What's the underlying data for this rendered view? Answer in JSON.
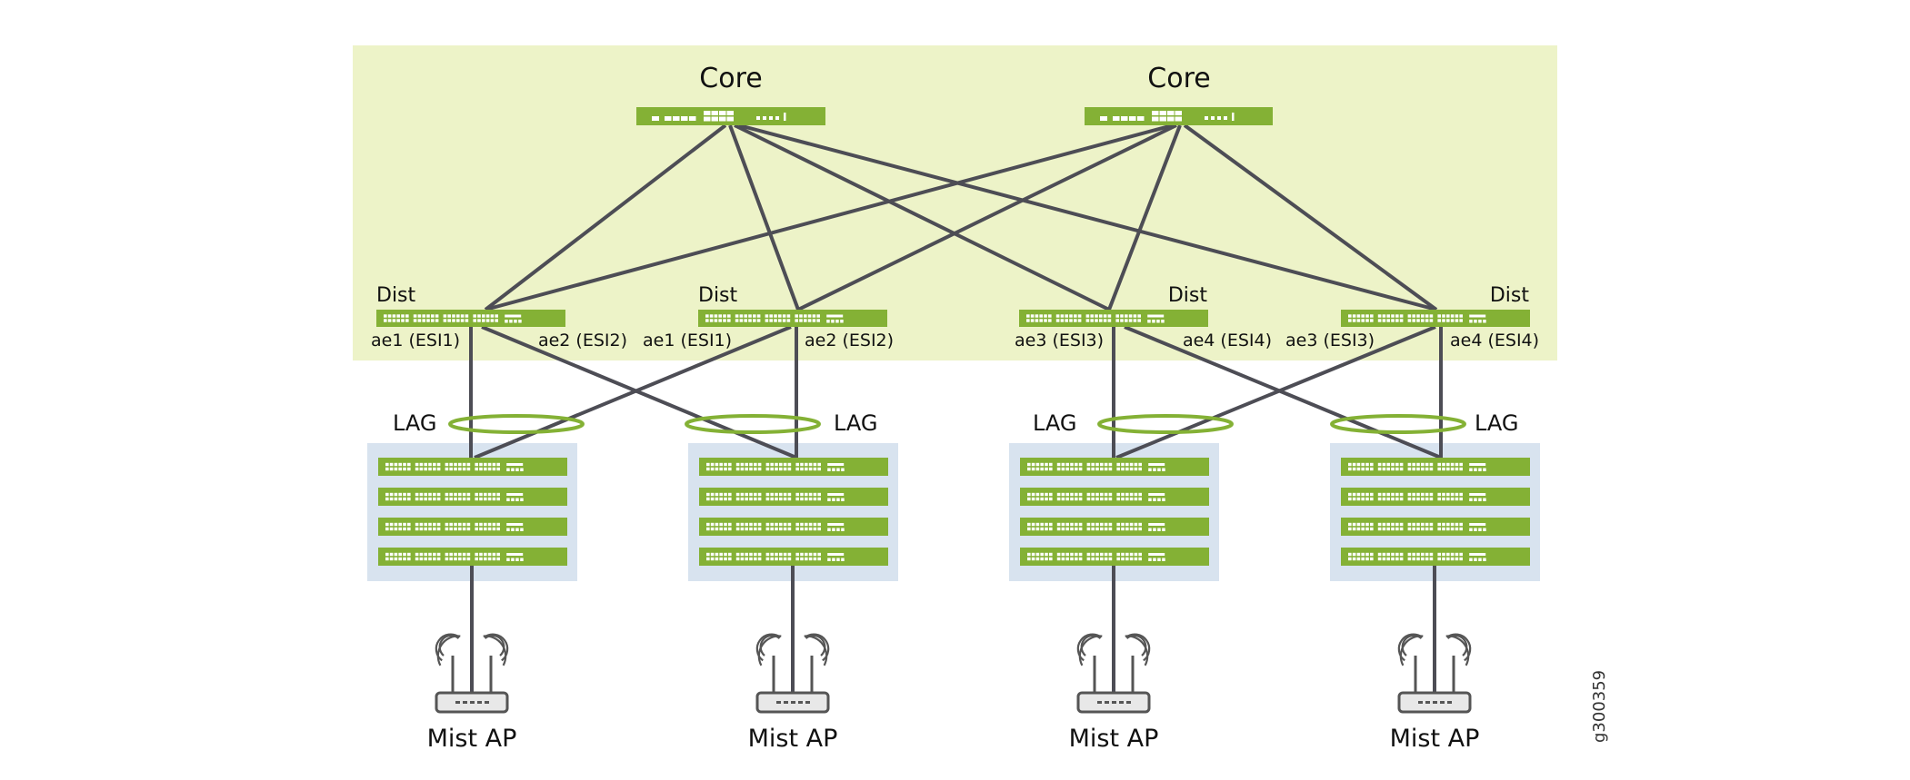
{
  "diagram": {
    "figure_id": "g300359",
    "colors": {
      "core_zone": "#edf3c8",
      "switch": "#84b135",
      "access_stack": "#d8e3ef",
      "link": "#4d4d55",
      "lag_ring": "#84b135",
      "ap_body": "#e8e8e8",
      "ap_stroke": "#555555"
    },
    "core": [
      {
        "label": "Core"
      },
      {
        "label": "Core"
      }
    ],
    "distribution": [
      {
        "label": "Dist",
        "left_port": "ae1 (ESI1)",
        "right_port": "ae2 (ESI2)"
      },
      {
        "label": "Dist",
        "left_port": "ae1 (ESI1)",
        "right_port": "ae2 (ESI2)"
      },
      {
        "label": "Dist",
        "left_port": "ae3 (ESI3)",
        "right_port": "ae4 (ESI4)"
      },
      {
        "label": "Dist",
        "left_port": "ae3 (ESI3)",
        "right_port": "ae4 (ESI4)"
      }
    ],
    "lag": [
      {
        "label": "LAG"
      },
      {
        "label": "LAG"
      },
      {
        "label": "LAG"
      },
      {
        "label": "LAG"
      }
    ],
    "access_stacks": [
      {
        "switch_count": 4
      },
      {
        "switch_count": 4
      },
      {
        "switch_count": 4
      },
      {
        "switch_count": 4
      }
    ],
    "access_points": [
      {
        "label": "Mist AP"
      },
      {
        "label": "Mist AP"
      },
      {
        "label": "Mist AP"
      },
      {
        "label": "Mist AP"
      }
    ],
    "links": {
      "core_to_dist": [
        [
          0,
          0
        ],
        [
          0,
          1
        ],
        [
          0,
          2
        ],
        [
          0,
          3
        ],
        [
          1,
          0
        ],
        [
          1,
          1
        ],
        [
          1,
          2
        ],
        [
          1,
          3
        ]
      ],
      "dist_to_access": [
        [
          0,
          0
        ],
        [
          0,
          1
        ],
        [
          1,
          0
        ],
        [
          1,
          1
        ],
        [
          2,
          2
        ],
        [
          2,
          3
        ],
        [
          3,
          2
        ],
        [
          3,
          3
        ]
      ],
      "access_to_ap": [
        [
          0,
          0
        ],
        [
          1,
          1
        ],
        [
          2,
          2
        ],
        [
          3,
          3
        ]
      ]
    }
  }
}
